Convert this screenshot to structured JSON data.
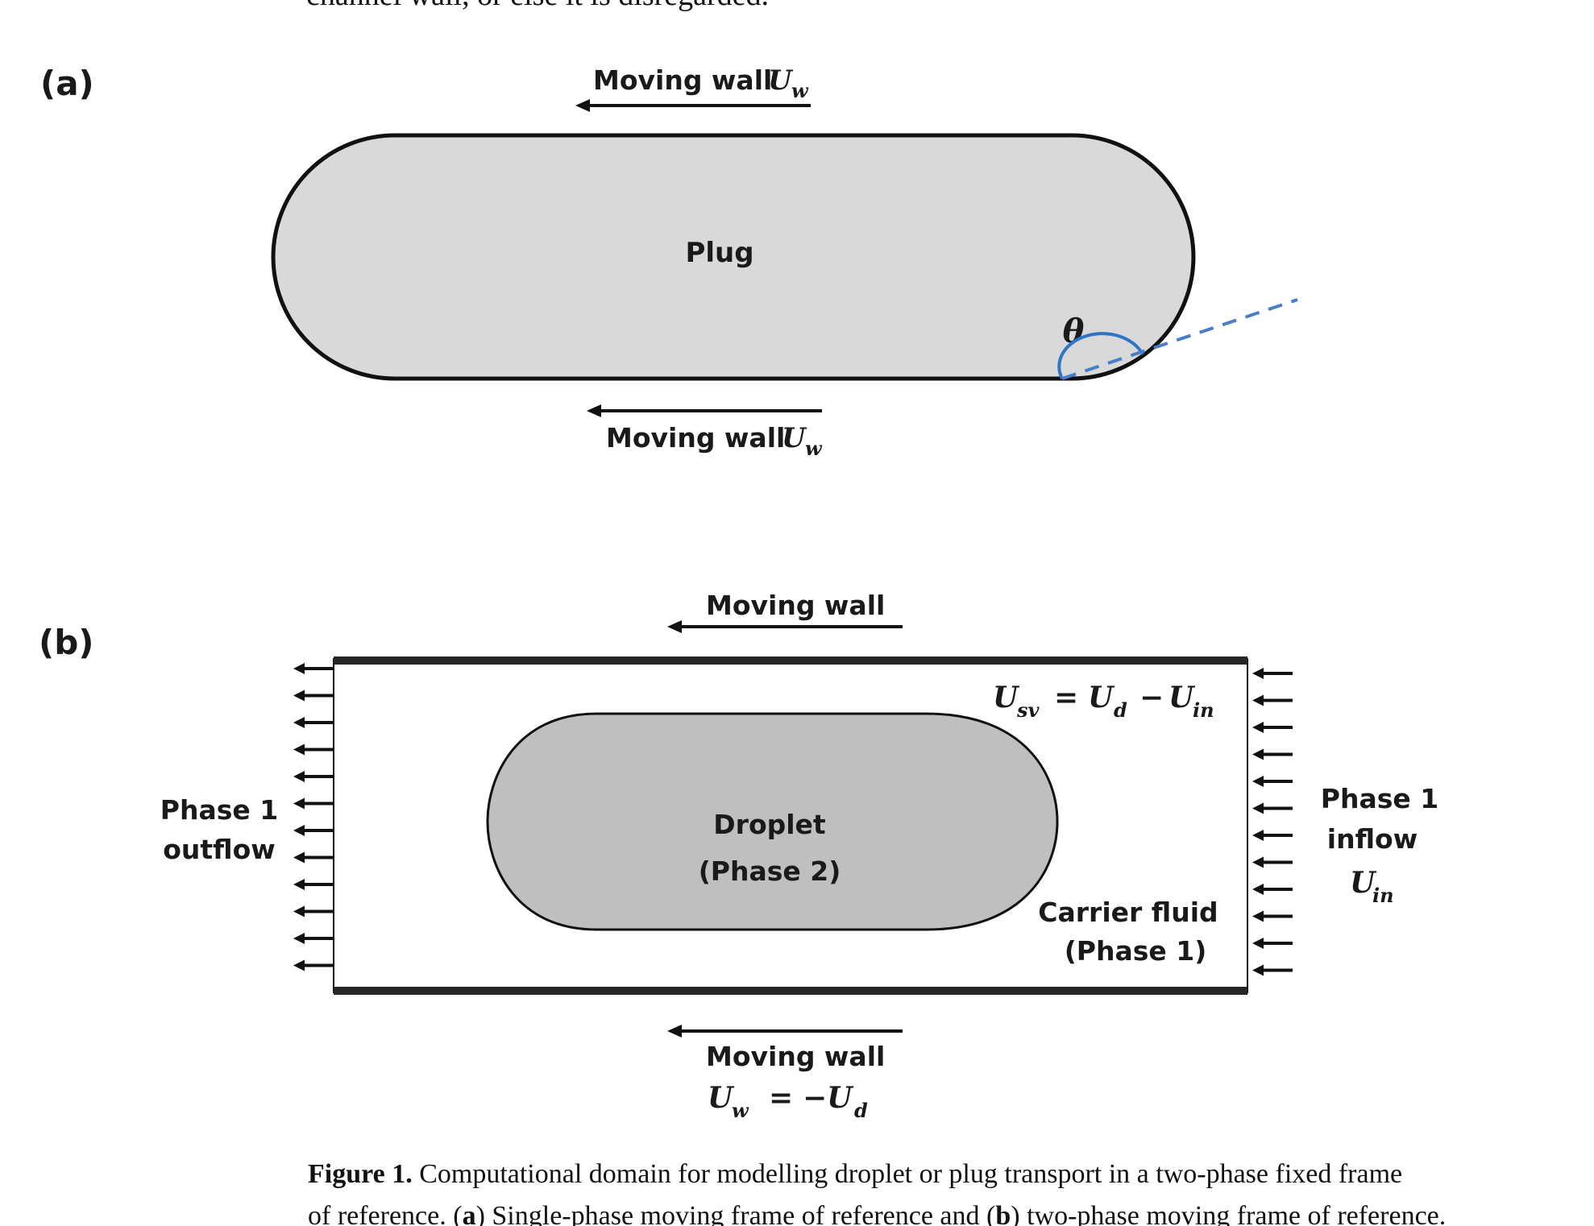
{
  "top_fragment": "channel wall, or else it is disregarded.",
  "panel_a": {
    "label": "(a)",
    "top_wall": "Moving wall",
    "top_wall_var": "U",
    "top_wall_sub": "w",
    "plug": "Plug",
    "angle": "θ",
    "bottom_wall": "Moving wall",
    "bottom_wall_var": "U",
    "bottom_wall_sub": "w"
  },
  "panel_b": {
    "label": "(b)",
    "top_wall": "Moving wall",
    "equation": {
      "lhs": "U",
      "lhs_sub": "sv",
      "eq": "=",
      "t1": "U",
      "t1_sub": "d",
      "minus": "−",
      "t2": "U",
      "t2_sub": "in"
    },
    "outflow_line1": "Phase 1",
    "outflow_line2": "outflow",
    "droplet_line1": "Droplet",
    "droplet_line2": "(Phase 2)",
    "carrier_line1": "Carrier fluid",
    "carrier_line2": "(Phase 1)",
    "inflow_line1": "Phase 1",
    "inflow_line2": "inflow",
    "inflow_var": "U",
    "inflow_sub": "in",
    "bottom_wall": "Moving wall",
    "bottom_eq": {
      "lhs": "U",
      "lhs_sub": "w",
      "eq": "=",
      "rhs": "−U",
      "rhs_sub": "d"
    }
  },
  "caption": {
    "figure_label": "Figure 1.",
    "line1_text": " Computational domain for modelling droplet or plug transport in a two-phase fixed frame",
    "line2_pre": "of reference. (",
    "a": "a",
    "line2_mid": ") Single-phase moving frame of reference and (",
    "b": "b",
    "line2_post": ") two-phase moving frame of reference."
  },
  "colors": {
    "plug_fill": "#d9d9d9",
    "droplet_fill": "#bfbfbf",
    "angle_arc": "#2e75c6",
    "tangent_dash": "#4a7fc8",
    "wall": "#262626"
  }
}
